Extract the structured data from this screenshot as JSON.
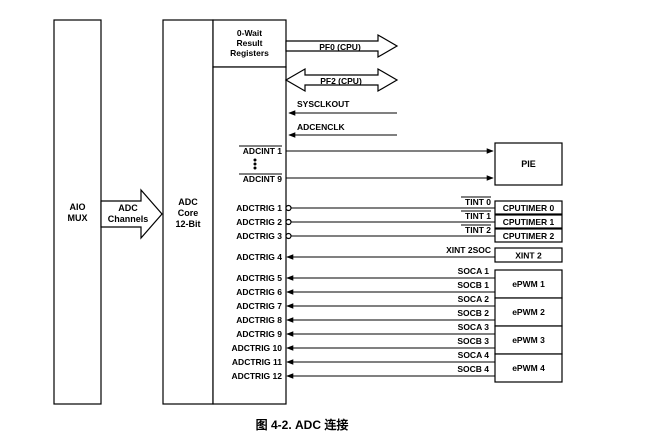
{
  "blocks": {
    "aio_mux": [
      "AIO",
      "MUX"
    ],
    "adc_channels": [
      "ADC",
      "Channels"
    ],
    "adc_core": [
      "ADC",
      "Core",
      "12-Bit"
    ],
    "result_registers": [
      "0-Wait",
      "Result",
      "Registers"
    ],
    "pie": "PIE"
  },
  "buses": {
    "pf0": "PF0 (CPU)",
    "pf2": "PF2 (CPU)"
  },
  "inputs": {
    "sysclkout": "SYSCLKOUT",
    "adcenclk": "ADCENCLK"
  },
  "adcint": {
    "first": "ADCINT 1",
    "last": "ADCINT 9"
  },
  "timer_triggers": [
    {
      "pin": "ADCTRIG 1",
      "signal": "TINT 0",
      "source": "CPUTIMER 0"
    },
    {
      "pin": "ADCTRIG 2",
      "signal": "TINT 1",
      "source": "CPUTIMER 1"
    },
    {
      "pin": "ADCTRIG 3",
      "signal": "TINT 2",
      "source": "CPUTIMER 2"
    }
  ],
  "xint_trigger": {
    "pin": "ADCTRIG 4",
    "signal": "XINT 2SOC",
    "source": "XINT 2"
  },
  "epwm_triggers": [
    {
      "pin": "ADCTRIG 5",
      "signal": "SOCA 1"
    },
    {
      "pin": "ADCTRIG 6",
      "signal": "SOCB 1"
    },
    {
      "pin": "ADCTRIG 7",
      "signal": "SOCA 2"
    },
    {
      "pin": "ADCTRIG 8",
      "signal": "SOCB 2"
    },
    {
      "pin": "ADCTRIG 9",
      "signal": "SOCA 3"
    },
    {
      "pin": "ADCTRIG 10",
      "signal": "SOCB 3"
    },
    {
      "pin": "ADCTRIG 11",
      "signal": "SOCA 4"
    },
    {
      "pin": "ADCTRIG 12",
      "signal": "SOCB 4"
    }
  ],
  "epwm_modules": [
    "ePWM 1",
    "ePWM 2",
    "ePWM 3",
    "ePWM 4"
  ],
  "caption": "图 4-2. ADC 连接"
}
